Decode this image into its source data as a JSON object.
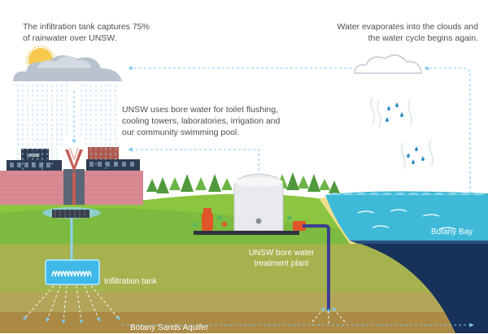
{
  "captions": {
    "tank": "The infiltration tank captures 75% of rainwater over UNSW.",
    "evaporation": "Water evaporates into the clouds and the water cycle begins again.",
    "bore_use": "UNSW uses bore water for toilet flushing, cooling towers, laboratories, irrigation and our community swimming pool.",
    "plant": "UNSW bore water treatment plant",
    "infiltration_tank": "Infiltration tank",
    "aquifer": "Botany Sands Aquifer",
    "bay": "Botany Bay"
  },
  "building_sign": "UNSW",
  "colors": {
    "sky": "#ffffff",
    "grass": "#8cc53f",
    "grass_dark": "#6aa844",
    "soil_top": "#a6b24e",
    "soil_mid": "#b3a65a",
    "soil_deep": "#aa8a45",
    "sea": "#3fb9d8",
    "cliff": "#16325a",
    "building": "#d98a93",
    "flow_arrow": "#7fc8ee",
    "pipe": "#3b3f8f",
    "sun": "#f6c94e",
    "cloud": "#b9c3cf"
  },
  "icons": [
    "sun-icon",
    "rain-cloud-icon",
    "cloud-icon",
    "water-drop-icon",
    "tree-icon",
    "pump-icon",
    "tank-icon"
  ]
}
